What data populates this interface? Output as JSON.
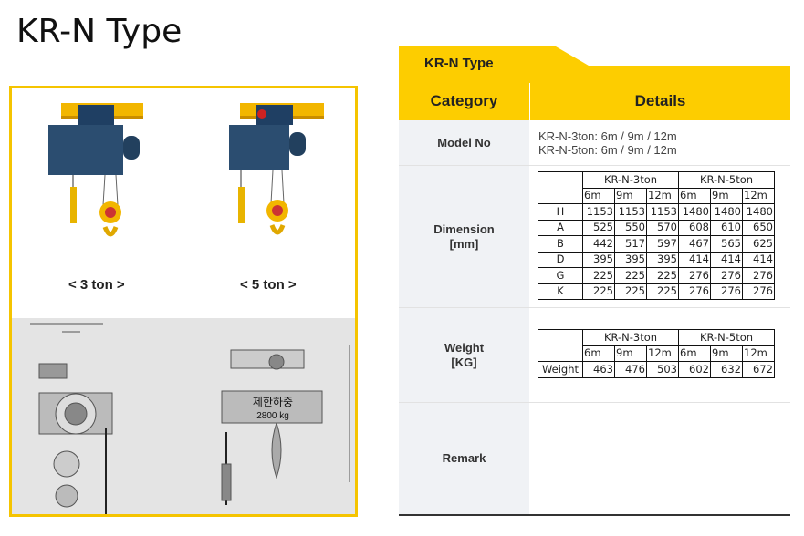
{
  "page_title": "KR-N Type",
  "images": {
    "caption_3ton": "< 3 ton >",
    "caption_5ton": "< 5 ton >",
    "drawing_plate_text": "제한하중",
    "drawing_plate_load": "2800 kg"
  },
  "table": {
    "tab_label": "KR-N Type",
    "headers": {
      "category": "Category",
      "details": "Details"
    },
    "model_no": {
      "label": "Model No",
      "lines": [
        "KR-N-3ton: 6m / 9m / 12m",
        "KR-N-5ton: 6m / 9m / 12m"
      ]
    },
    "dimension": {
      "label": [
        "Dimension",
        "[mm]"
      ],
      "groups": [
        "KR-N-3ton",
        "KR-N-5ton"
      ],
      "subs": [
        "6m",
        "9m",
        "12m",
        "6m",
        "9m",
        "12m"
      ],
      "rows": [
        {
          "name": "H",
          "values": [
            "1153",
            "1153",
            "1153",
            "1480",
            "1480",
            "1480"
          ]
        },
        {
          "name": "A",
          "values": [
            "525",
            "550",
            "570",
            "608",
            "610",
            "650"
          ]
        },
        {
          "name": "B",
          "values": [
            "442",
            "517",
            "597",
            "467",
            "565",
            "625"
          ]
        },
        {
          "name": "D",
          "values": [
            "395",
            "395",
            "395",
            "414",
            "414",
            "414"
          ]
        },
        {
          "name": "G",
          "values": [
            "225",
            "225",
            "225",
            "276",
            "276",
            "276"
          ]
        },
        {
          "name": "K",
          "values": [
            "225",
            "225",
            "225",
            "276",
            "276",
            "276"
          ]
        }
      ]
    },
    "weight": {
      "label": [
        "Weight",
        "[KG]"
      ],
      "groups": [
        "KR-N-3ton",
        "KR-N-5ton"
      ],
      "subs": [
        "6m",
        "9m",
        "12m",
        "6m",
        "9m",
        "12m"
      ],
      "rows": [
        {
          "name": "Weight",
          "values": [
            "463",
            "476",
            "503",
            "602",
            "632",
            "672"
          ]
        }
      ]
    },
    "remark": {
      "label": "Remark"
    }
  },
  "colors": {
    "accent": "#fdcd00",
    "border": "#f5c400"
  }
}
